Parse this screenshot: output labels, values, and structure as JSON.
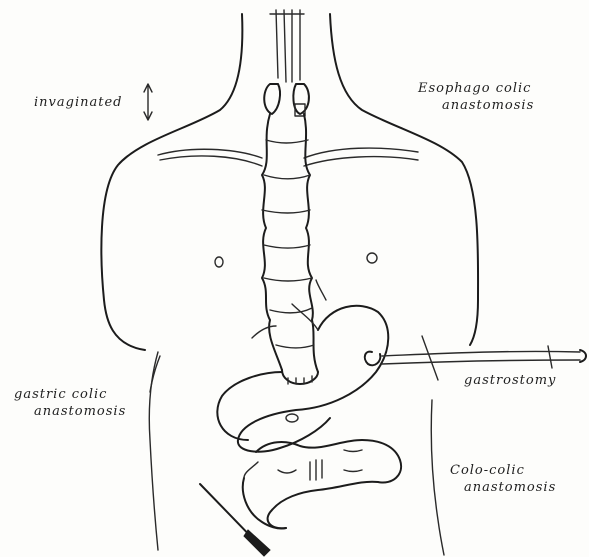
{
  "labels": {
    "invaginated": "invaginated",
    "esophago_colic_line1": "Esophago colic",
    "esophago_colic_line2": "anastomosis",
    "gastric_colic_line1": "gastric colic",
    "gastric_colic_line2": "anastomosis",
    "gastrostomy": "gastrostomy",
    "colo_colic_line1": "Colo-colic",
    "colo_colic_line2": "anastomosis"
  },
  "colors": {
    "ink": "#1c1c1c",
    "paper": "#fdfdfb"
  }
}
